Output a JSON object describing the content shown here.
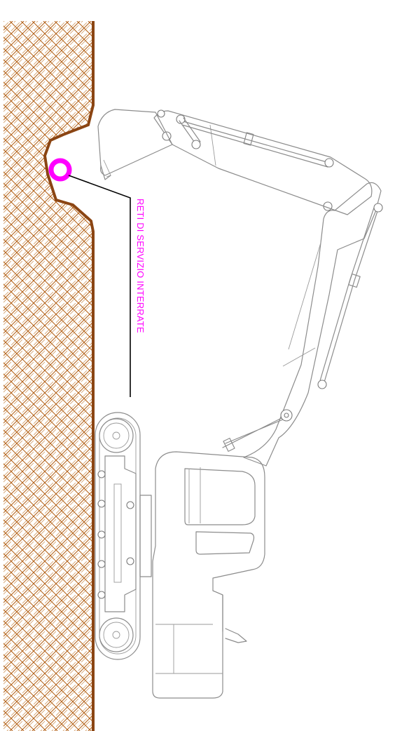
{
  "diagram": {
    "callout_text": "RETI DI SERVIZIO INTERRATE",
    "colors": {
      "soil_hatch": "#b5651d",
      "soil_edge": "#8b4513",
      "utility_pipe": "#ff00ff",
      "callout_text": "#ff00ff",
      "leader_line": "#000000",
      "machine_outline": "#8c8c8c"
    },
    "elements": {
      "soil": "hatched-ground-section",
      "pipe": "underground-utility-pipe",
      "machine": "tracked-excavator"
    }
  }
}
